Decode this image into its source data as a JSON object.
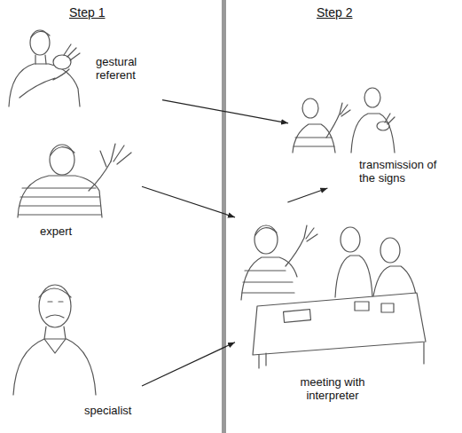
{
  "diagram": {
    "nodes": [
      {
        "text": [
          "gestural referent"
        ]
      },
      {
        "text": [
          "expert"
        ]
      },
      {
        "text": [
          "specialist"
        ]
      },
      {
        "text": [
          "transmission of the signs"
        ]
      },
      {
        "text": [
          "meeting with interpreter"
        ]
      }
    ],
    "edges": [
      {
        "from": 0,
        "to": 3,
        "arrow": "to"
      },
      {
        "from": 1,
        "to": 4,
        "arrow": "to"
      },
      {
        "from": 2,
        "to": 4,
        "arrow": "to"
      },
      {
        "from": 4,
        "to": 3,
        "arrow": "to"
      }
    ],
    "labels": [
      "Step 1",
      "Step 2"
    ]
  }
}
